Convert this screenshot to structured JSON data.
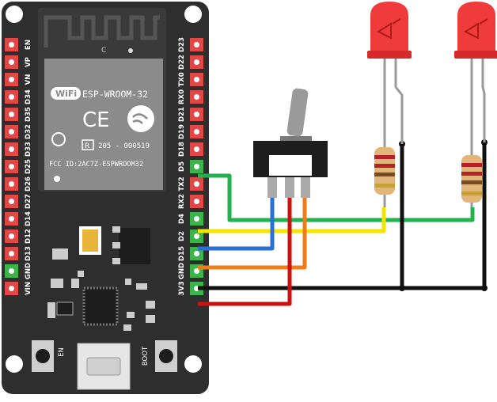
{
  "board": {
    "left_pins": [
      "EN",
      "VP",
      "VN",
      "D34",
      "D35",
      "D32",
      "D33",
      "D25",
      "D26",
      "D27",
      "D14",
      "D12",
      "D13",
      "GND",
      "VIN"
    ],
    "right_pins": [
      "D23",
      "D22",
      "TX0",
      "RX0",
      "D21",
      "D19",
      "D18",
      "D5",
      "TX2",
      "RX2",
      "D4",
      "D2",
      "D15",
      "GND",
      "3V3"
    ],
    "module_title": "ESP-WROOM-32",
    "wifi_badge": "WiFi",
    "module_small_label": "C",
    "module_code": "205 - 000519",
    "module_r_mark": "R",
    "module_fcc": "FCC ID:2AC7Z-ESPWROOM32",
    "button_en_label": "EN",
    "button_boot_label": "BOOT"
  },
  "wire_colors": {
    "green": "#22b14c",
    "yellow": "#f2e600",
    "blue": "#2a6fd6",
    "orange": "#ef7d1a",
    "red": "#cc1111",
    "black": "#111111"
  },
  "components": {
    "switch": "toggle-switch",
    "leds": [
      "led-1",
      "led-2"
    ],
    "resistors": [
      "resistor-1",
      "resistor-2"
    ]
  }
}
